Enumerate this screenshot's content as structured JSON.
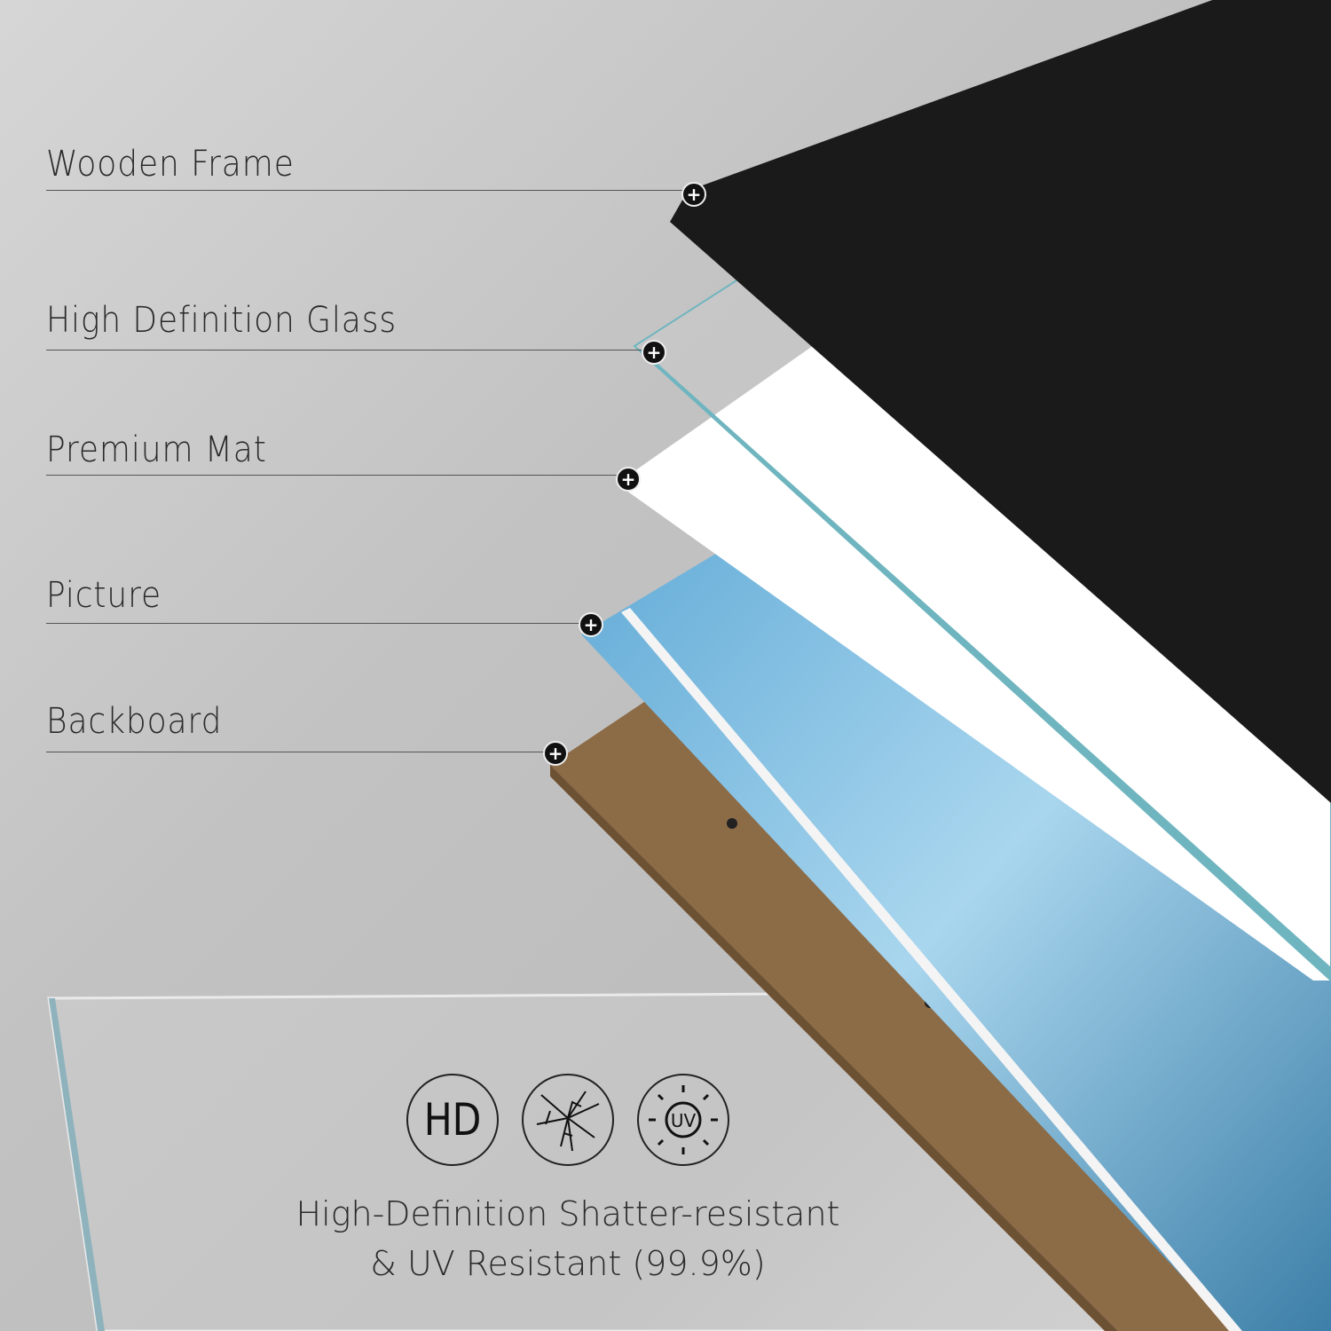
{
  "labels": [
    {
      "id": "wooden-frame",
      "text": "Wooden Frame"
    },
    {
      "id": "glass",
      "text": "High Definition Glass"
    },
    {
      "id": "mat",
      "text": "Premium Mat"
    },
    {
      "id": "picture",
      "text": "Picture"
    },
    {
      "id": "backboard",
      "text": "Backboard"
    }
  ],
  "features": {
    "icons": [
      {
        "name": "hd-icon",
        "text": "HD"
      },
      {
        "name": "shatter-icon"
      },
      {
        "name": "uv-icon",
        "text": "UV"
      }
    ],
    "caption_line1": "High-Definition Shatter-resistant",
    "caption_line2": "& UV Resistant (99.9%)"
  },
  "colors": {
    "frame": "#1a1a1a",
    "backboard": "#8c6b47",
    "glass_edge": "#6fb5bf",
    "mat": "#ffffff",
    "sky": "#8cc6e3"
  }
}
